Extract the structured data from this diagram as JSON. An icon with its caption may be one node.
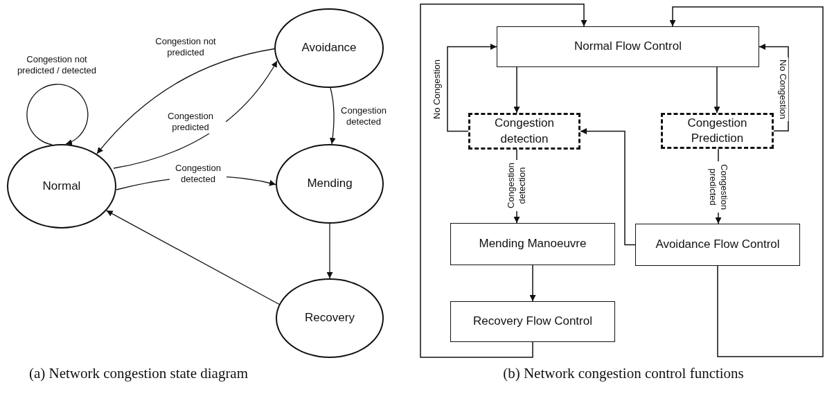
{
  "diagram": {
    "nodes": [
      {
        "text": [
          "Normal"
        ]
      },
      {
        "text": [
          "Avoidance"
        ]
      },
      {
        "text": [
          "Mending"
        ]
      },
      {
        "text": [
          "Recovery"
        ]
      },
      {
        "text": [
          "Normal Flow Control"
        ]
      },
      {
        "text": [
          "Congestion detection"
        ]
      },
      {
        "text": [
          "Congestion Prediction"
        ]
      },
      {
        "text": [
          "Mending Manoeuvre"
        ]
      },
      {
        "text": [
          "Avoidance Flow Control"
        ]
      },
      {
        "text": [
          "Recovery Flow Control"
        ]
      }
    ],
    "edges": [
      {
        "from": 0,
        "to": 0,
        "arrow": "to",
        "label": "Congestion not predicted / detected"
      },
      {
        "from": 1,
        "to": 0,
        "arrow": "to",
        "label": "Congestion not predicted"
      },
      {
        "from": 0,
        "to": 1,
        "arrow": "to",
        "label": "Congestion predicted"
      },
      {
        "from": 1,
        "to": 2,
        "arrow": "to",
        "label": "Congestion detected"
      },
      {
        "from": 0,
        "to": 2,
        "arrow": "to",
        "label": "Congestion detected"
      },
      {
        "from": 2,
        "to": 3,
        "arrow": "to"
      },
      {
        "from": 3,
        "to": 0,
        "arrow": "to"
      },
      {
        "from": 4,
        "to": 5,
        "arrow": "to"
      },
      {
        "from": 4,
        "to": 6,
        "arrow": "to"
      },
      {
        "from": 5,
        "to": 4,
        "arrow": "to",
        "label": "No Congestion"
      },
      {
        "from": 6,
        "to": 4,
        "arrow": "to",
        "label": "No Congestion"
      },
      {
        "from": 5,
        "to": 7,
        "arrow": "to",
        "label": "Congestion detection"
      },
      {
        "from": 6,
        "to": 8,
        "arrow": "to",
        "label": "Congestion predicted"
      },
      {
        "from": 8,
        "to": 5,
        "arrow": "to"
      },
      {
        "from": 7,
        "to": 9,
        "arrow": "to"
      },
      {
        "from": 9,
        "to": 4,
        "arrow": "to"
      },
      {
        "from": 8,
        "to": 4,
        "arrow": "to"
      }
    ],
    "labels": [
      "(a) Network congestion state diagram",
      "(b) Network congestion control functions"
    ]
  }
}
